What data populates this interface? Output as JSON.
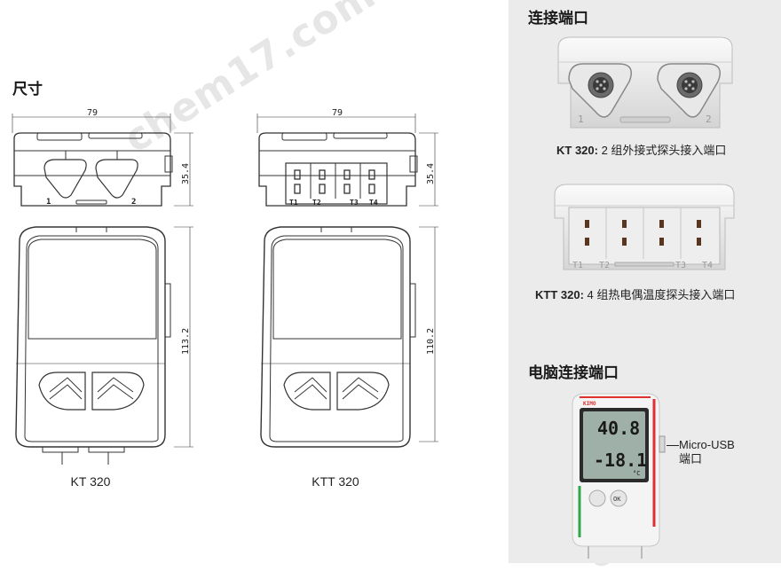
{
  "left": {
    "section_title": "尺寸",
    "kt": {
      "width_dim": "79",
      "height_dim": "35.4",
      "body_height_dim": "113.2",
      "port_labels": [
        "1",
        "2"
      ],
      "model": "KT 320"
    },
    "ktt": {
      "width_dim": "79",
      "height_dim": "35.4",
      "body_height_dim": "110.2",
      "port_labels": [
        "T1",
        "T2",
        "T3",
        "T4"
      ],
      "model": "KTT 320"
    }
  },
  "right": {
    "connection_title": "连接端口",
    "kt_photo_labels": [
      "1",
      "2"
    ],
    "kt_caption_model": "KT 320:",
    "kt_caption_text": " 2 组外接式探头接入端口",
    "ktt_photo_labels": [
      "T1",
      "T2",
      "T3",
      "T4"
    ],
    "ktt_caption_model": "KTT 320:",
    "ktt_caption_text": " 4 组热电偶温度探头接入端口",
    "pc_title": "电脑连接端口",
    "device": {
      "brand": "KIMO",
      "reading_top": "40.8",
      "reading_bottom": "-18.1",
      "unit": "°C",
      "ok_label": "OK"
    },
    "usb_label_line1": "Micro-USB",
    "usb_label_line2": "端口"
  },
  "watermark": "chem17.com"
}
